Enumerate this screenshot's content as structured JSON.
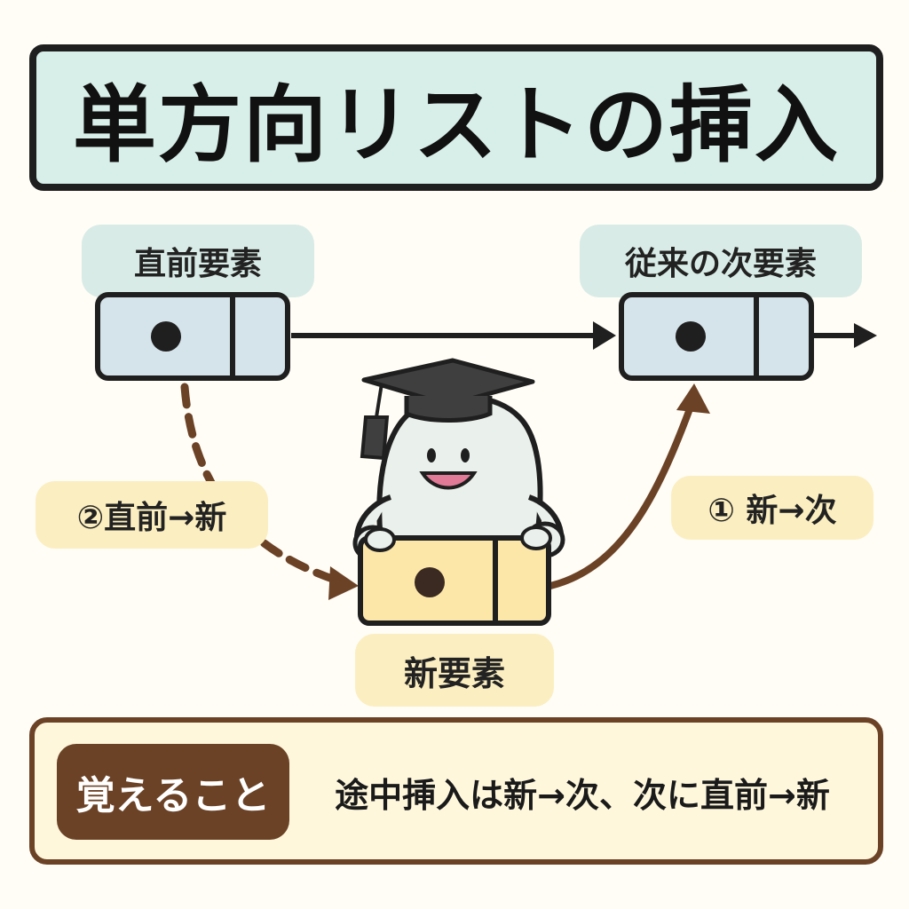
{
  "title": "単方向リストの挿入",
  "labels": {
    "prev_node": "直前要素",
    "old_next_node": "従来の次要素",
    "new_node": "新要素",
    "step2": "②直前→新",
    "step1": "① 新→次"
  },
  "memo": {
    "tag": "覚えること",
    "text": "途中挿入は新→次、次に直前→新"
  },
  "colors": {
    "title_bg": "#d8efe9",
    "node_bg": "#d5e3ea",
    "new_node_bg": "#fce7a8",
    "arrow_dark": "#1f1f1f",
    "arrow_brown": "#6b4226",
    "memo_bg": "#fef7dc"
  },
  "icons": [
    "graduation-cap-icon",
    "mascot-character"
  ]
}
